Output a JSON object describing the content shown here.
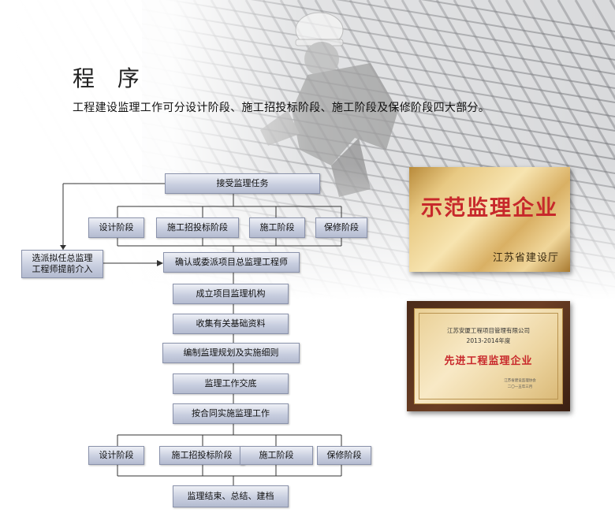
{
  "header": {
    "title": "程 序",
    "intro": "工程建设监理工作可分设计阶段、施工招投标阶段、施工阶段及保修阶段四大部分。"
  },
  "flowchart": {
    "receive_task": "接受监理任务",
    "phases_top": [
      "设计阶段",
      "施工招投标阶段",
      "施工阶段",
      "保修阶段"
    ],
    "side_node": "选派拟任总监理工程师提前介入",
    "confirm_chief": "确认或委派项目总监理工程师",
    "steps": [
      "成立项目监理机构",
      "收集有关基础资料",
      "编制监理规划及实施细则",
      "监理工作交底",
      "按合同实施监理工作"
    ],
    "phases_bottom": [
      "设计阶段",
      "施工招投标阶段",
      "施工阶段",
      "保修阶段"
    ],
    "final": "监理结束、总结、建档"
  },
  "plaques": {
    "gold": {
      "title": "示范监理企业",
      "issuer": "江苏省建设厅"
    },
    "framed": {
      "company": "江苏安厦工程项目管理有限公司",
      "years": "2013-2014年度",
      "title": "先进工程监理企业",
      "issuer": "江苏省建设监理协会",
      "date": "二〇一五年三月"
    }
  },
  "colors": {
    "node_fill_top": "#eef0f6",
    "node_fill_bottom": "#b4bbd0",
    "node_border": "#8a92ab",
    "award_red": "#c7282b"
  }
}
